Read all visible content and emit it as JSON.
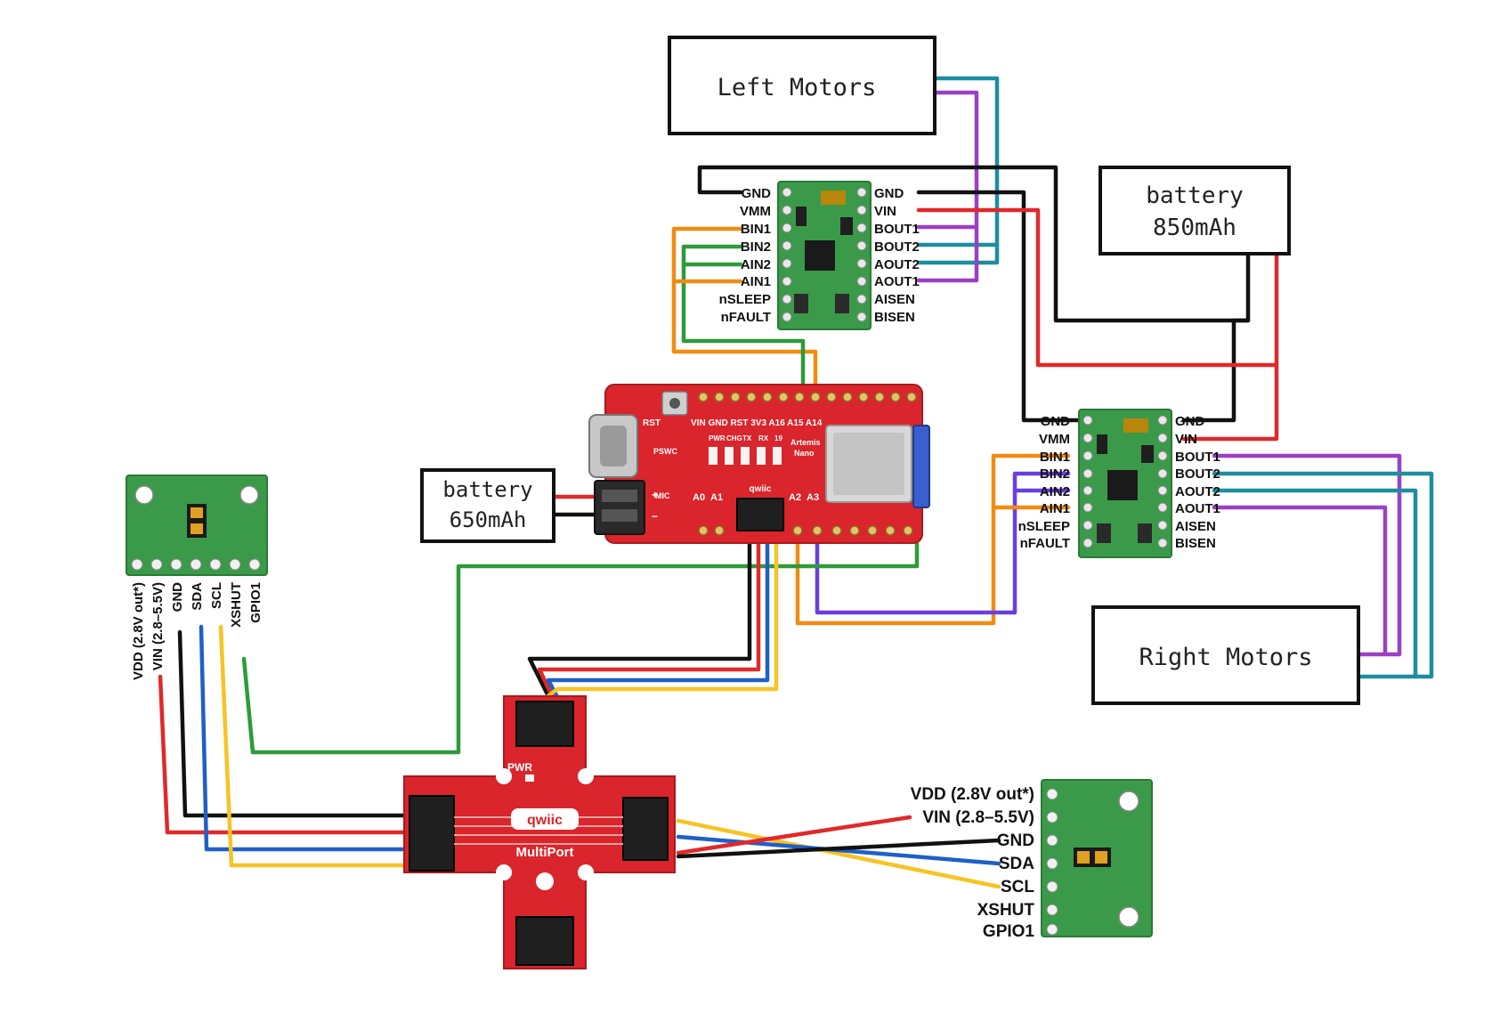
{
  "boxes": {
    "left_motors": "Left Motors",
    "right_motors": "Right Motors",
    "battery_850_line1": "battery",
    "battery_850_line2": "850mAh",
    "battery_650_line1": "battery",
    "battery_650_line2": "650mAh"
  },
  "driver_pins": {
    "left": [
      "GND",
      "VMM",
      "BIN1",
      "BIN2",
      "AIN2",
      "AIN1",
      "nSLEEP",
      "nFAULT"
    ],
    "right": [
      "GND",
      "VIN",
      "BOUT1",
      "BOUT2",
      "AOUT2",
      "AOUT1",
      "AISEN",
      "BISEN"
    ]
  },
  "tof_pins": [
    "VDD (2.8V out*)",
    "VIN (2.8–5.5V)",
    "GND",
    "SDA",
    "SCL",
    "XSHUT",
    "GPIO1"
  ],
  "board_silk": {
    "rst": "RST",
    "header_top": "VIN GND RST 3V3 A16 A15 A14",
    "a0": "A0",
    "a1": "A1",
    "a2": "A2",
    "a3": "A3",
    "qwiic": "qwiic",
    "pswc": "PSWC",
    "mic": "MIC",
    "artemis": "Artemis",
    "nano": "Nano",
    "pwr": "PWR",
    "chg": "CHG",
    "tx": "TX",
    "rx": "RX",
    "num19": "19",
    "plus": "+",
    "minus": "−"
  },
  "multiport_silk": {
    "pwr": "PWR",
    "qwiic": "qwiic",
    "name": "MultiPort"
  },
  "colors": {
    "black": "#111111",
    "red": "#e0292a",
    "blue": "#1f5fc9",
    "yellow": "#f7c325",
    "green": "#2f9a3a",
    "orange": "#f08c12",
    "purple": "#9b3fc4",
    "teal": "#1d8ea0",
    "violet": "#6a3ee0",
    "board_red": "#d9252b",
    "pcb_green": "#3a9a4a"
  }
}
